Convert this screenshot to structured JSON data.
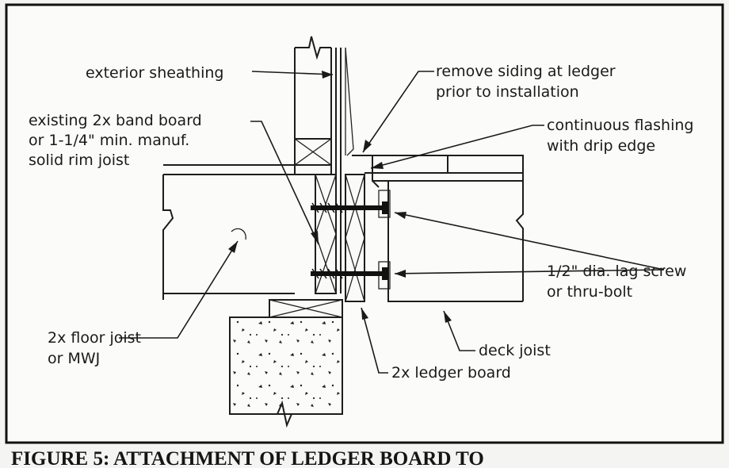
{
  "labels": {
    "exterior_sheathing": "exterior sheathing",
    "remove_siding_1": "remove siding at ledger",
    "remove_siding_2": "prior to installation",
    "band_board_1": "existing 2x band board",
    "band_board_2": "or 1-1/4\" min. manuf.",
    "band_board_3": "solid rim joist",
    "flashing_1": "continuous flashing",
    "flashing_2": "with drip edge",
    "lag_screw_1": "1/2\" dia. lag screw",
    "lag_screw_2": "or thru-bolt",
    "floor_joist_1": "2x floor joist",
    "floor_joist_2": "or MWJ",
    "deck_joist": "deck joist",
    "ledger_board": "2x ledger board"
  },
  "caption": "FIGURE 5: ATTACHMENT OF LEDGER BOARD TO"
}
